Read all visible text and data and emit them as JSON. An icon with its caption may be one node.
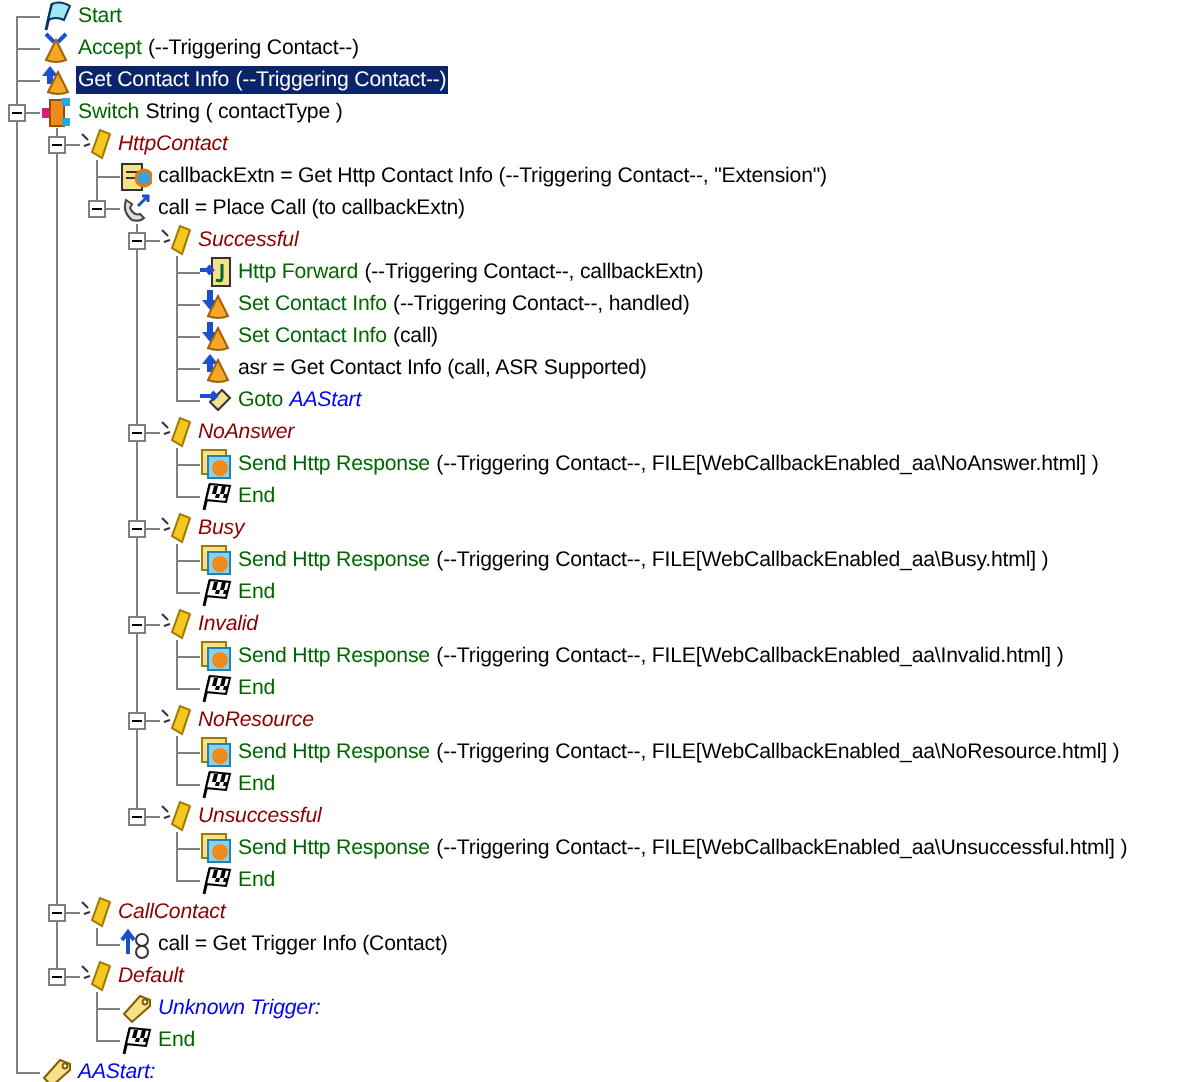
{
  "diagram": {
    "nodes": [
      {
        "text": [
          "Start"
        ]
      },
      {
        "text": [
          "Accept",
          "(--Triggering Contact--)"
        ]
      },
      {
        "text": [
          "Get Contact Info",
          "(--Triggering Contact--)"
        ]
      },
      {
        "text": [
          "Switch",
          "String ( contactType )"
        ]
      },
      {
        "text": [
          "HttpContact"
        ]
      },
      {
        "text": [
          "callbackExtn = Get Http Contact Info (--Triggering Contact--, \"Extension\")"
        ]
      },
      {
        "text": [
          "call = Place Call (to callbackExtn)"
        ]
      },
      {
        "text": [
          "Successful"
        ]
      },
      {
        "text": [
          "Http Forward",
          "(--Triggering Contact--, callbackExtn)"
        ]
      },
      {
        "text": [
          "Set Contact Info",
          "(--Triggering Contact--, handled)"
        ]
      },
      {
        "text": [
          "Set Contact Info",
          "(call)"
        ]
      },
      {
        "text": [
          "asr = Get Contact Info (call, ASR Supported)"
        ]
      },
      {
        "text": [
          "Goto",
          "AAStart"
        ]
      },
      {
        "text": [
          "NoAnswer"
        ]
      },
      {
        "text": [
          "Send Http Response",
          "(--Triggering Contact--, FILE[WebCallbackEnabled_aa\\NoAnswer.html] )"
        ]
      },
      {
        "text": [
          "End"
        ]
      },
      {
        "text": [
          "Busy"
        ]
      },
      {
        "text": [
          "Send Http Response",
          "(--Triggering Contact--, FILE[WebCallbackEnabled_aa\\Busy.html] )"
        ]
      },
      {
        "text": [
          "End"
        ]
      },
      {
        "text": [
          "Invalid"
        ]
      },
      {
        "text": [
          "Send Http Response",
          "(--Triggering Contact--, FILE[WebCallbackEnabled_aa\\Invalid.html] )"
        ]
      },
      {
        "text": [
          "End"
        ]
      },
      {
        "text": [
          "NoResource"
        ]
      },
      {
        "text": [
          "Send Http Response",
          "(--Triggering Contact--, FILE[WebCallbackEnabled_aa\\NoResource.html] )"
        ]
      },
      {
        "text": [
          "End"
        ]
      },
      {
        "text": [
          "Unsuccessful"
        ]
      },
      {
        "text": [
          "Send Http Response",
          "(--Triggering Contact--, FILE[WebCallbackEnabled_aa\\Unsuccessful.html] )"
        ]
      },
      {
        "text": [
          "End"
        ]
      },
      {
        "text": [
          "CallContact"
        ]
      },
      {
        "text": [
          "call = Get Trigger Info (Contact)"
        ]
      },
      {
        "text": [
          "Default"
        ]
      },
      {
        "text": [
          "Unknown Trigger:"
        ]
      },
      {
        "text": [
          "End"
        ]
      },
      {
        "text": [
          "AAStart:"
        ]
      }
    ],
    "edges": [
      {
        "from": 0,
        "to": 1,
        "arrow": "none"
      },
      {
        "from": 1,
        "to": 2,
        "arrow": "none"
      },
      {
        "from": 2,
        "to": 3,
        "arrow": "none"
      },
      {
        "from": 3,
        "to": 33,
        "arrow": "none"
      },
      {
        "from": 3,
        "to": 4,
        "arrow": "none"
      },
      {
        "from": 4,
        "to": 5,
        "arrow": "none"
      },
      {
        "from": 4,
        "to": 6,
        "arrow": "none"
      },
      {
        "from": 6,
        "to": 7,
        "arrow": "none"
      },
      {
        "from": 7,
        "to": 8,
        "arrow": "none"
      },
      {
        "from": 7,
        "to": 9,
        "arrow": "none"
      },
      {
        "from": 7,
        "to": 10,
        "arrow": "none"
      },
      {
        "from": 7,
        "to": 11,
        "arrow": "none"
      },
      {
        "from": 7,
        "to": 12,
        "arrow": "none"
      },
      {
        "from": 6,
        "to": 13,
        "arrow": "none"
      },
      {
        "from": 13,
        "to": 14,
        "arrow": "none"
      },
      {
        "from": 13,
        "to": 15,
        "arrow": "none"
      },
      {
        "from": 6,
        "to": 16,
        "arrow": "none"
      },
      {
        "from": 16,
        "to": 17,
        "arrow": "none"
      },
      {
        "from": 16,
        "to": 18,
        "arrow": "none"
      },
      {
        "from": 6,
        "to": 19,
        "arrow": "none"
      },
      {
        "from": 19,
        "to": 20,
        "arrow": "none"
      },
      {
        "from": 19,
        "to": 21,
        "arrow": "none"
      },
      {
        "from": 6,
        "to": 22,
        "arrow": "none"
      },
      {
        "from": 22,
        "to": 23,
        "arrow": "none"
      },
      {
        "from": 22,
        "to": 24,
        "arrow": "none"
      },
      {
        "from": 6,
        "to": 25,
        "arrow": "none"
      },
      {
        "from": 25,
        "to": 26,
        "arrow": "none"
      },
      {
        "from": 25,
        "to": 27,
        "arrow": "none"
      },
      {
        "from": 3,
        "to": 28,
        "arrow": "none"
      },
      {
        "from": 28,
        "to": 29,
        "arrow": "none"
      },
      {
        "from": 3,
        "to": 30,
        "arrow": "none"
      },
      {
        "from": 30,
        "to": 31,
        "arrow": "none"
      },
      {
        "from": 30,
        "to": 32,
        "arrow": "none"
      }
    ]
  }
}
